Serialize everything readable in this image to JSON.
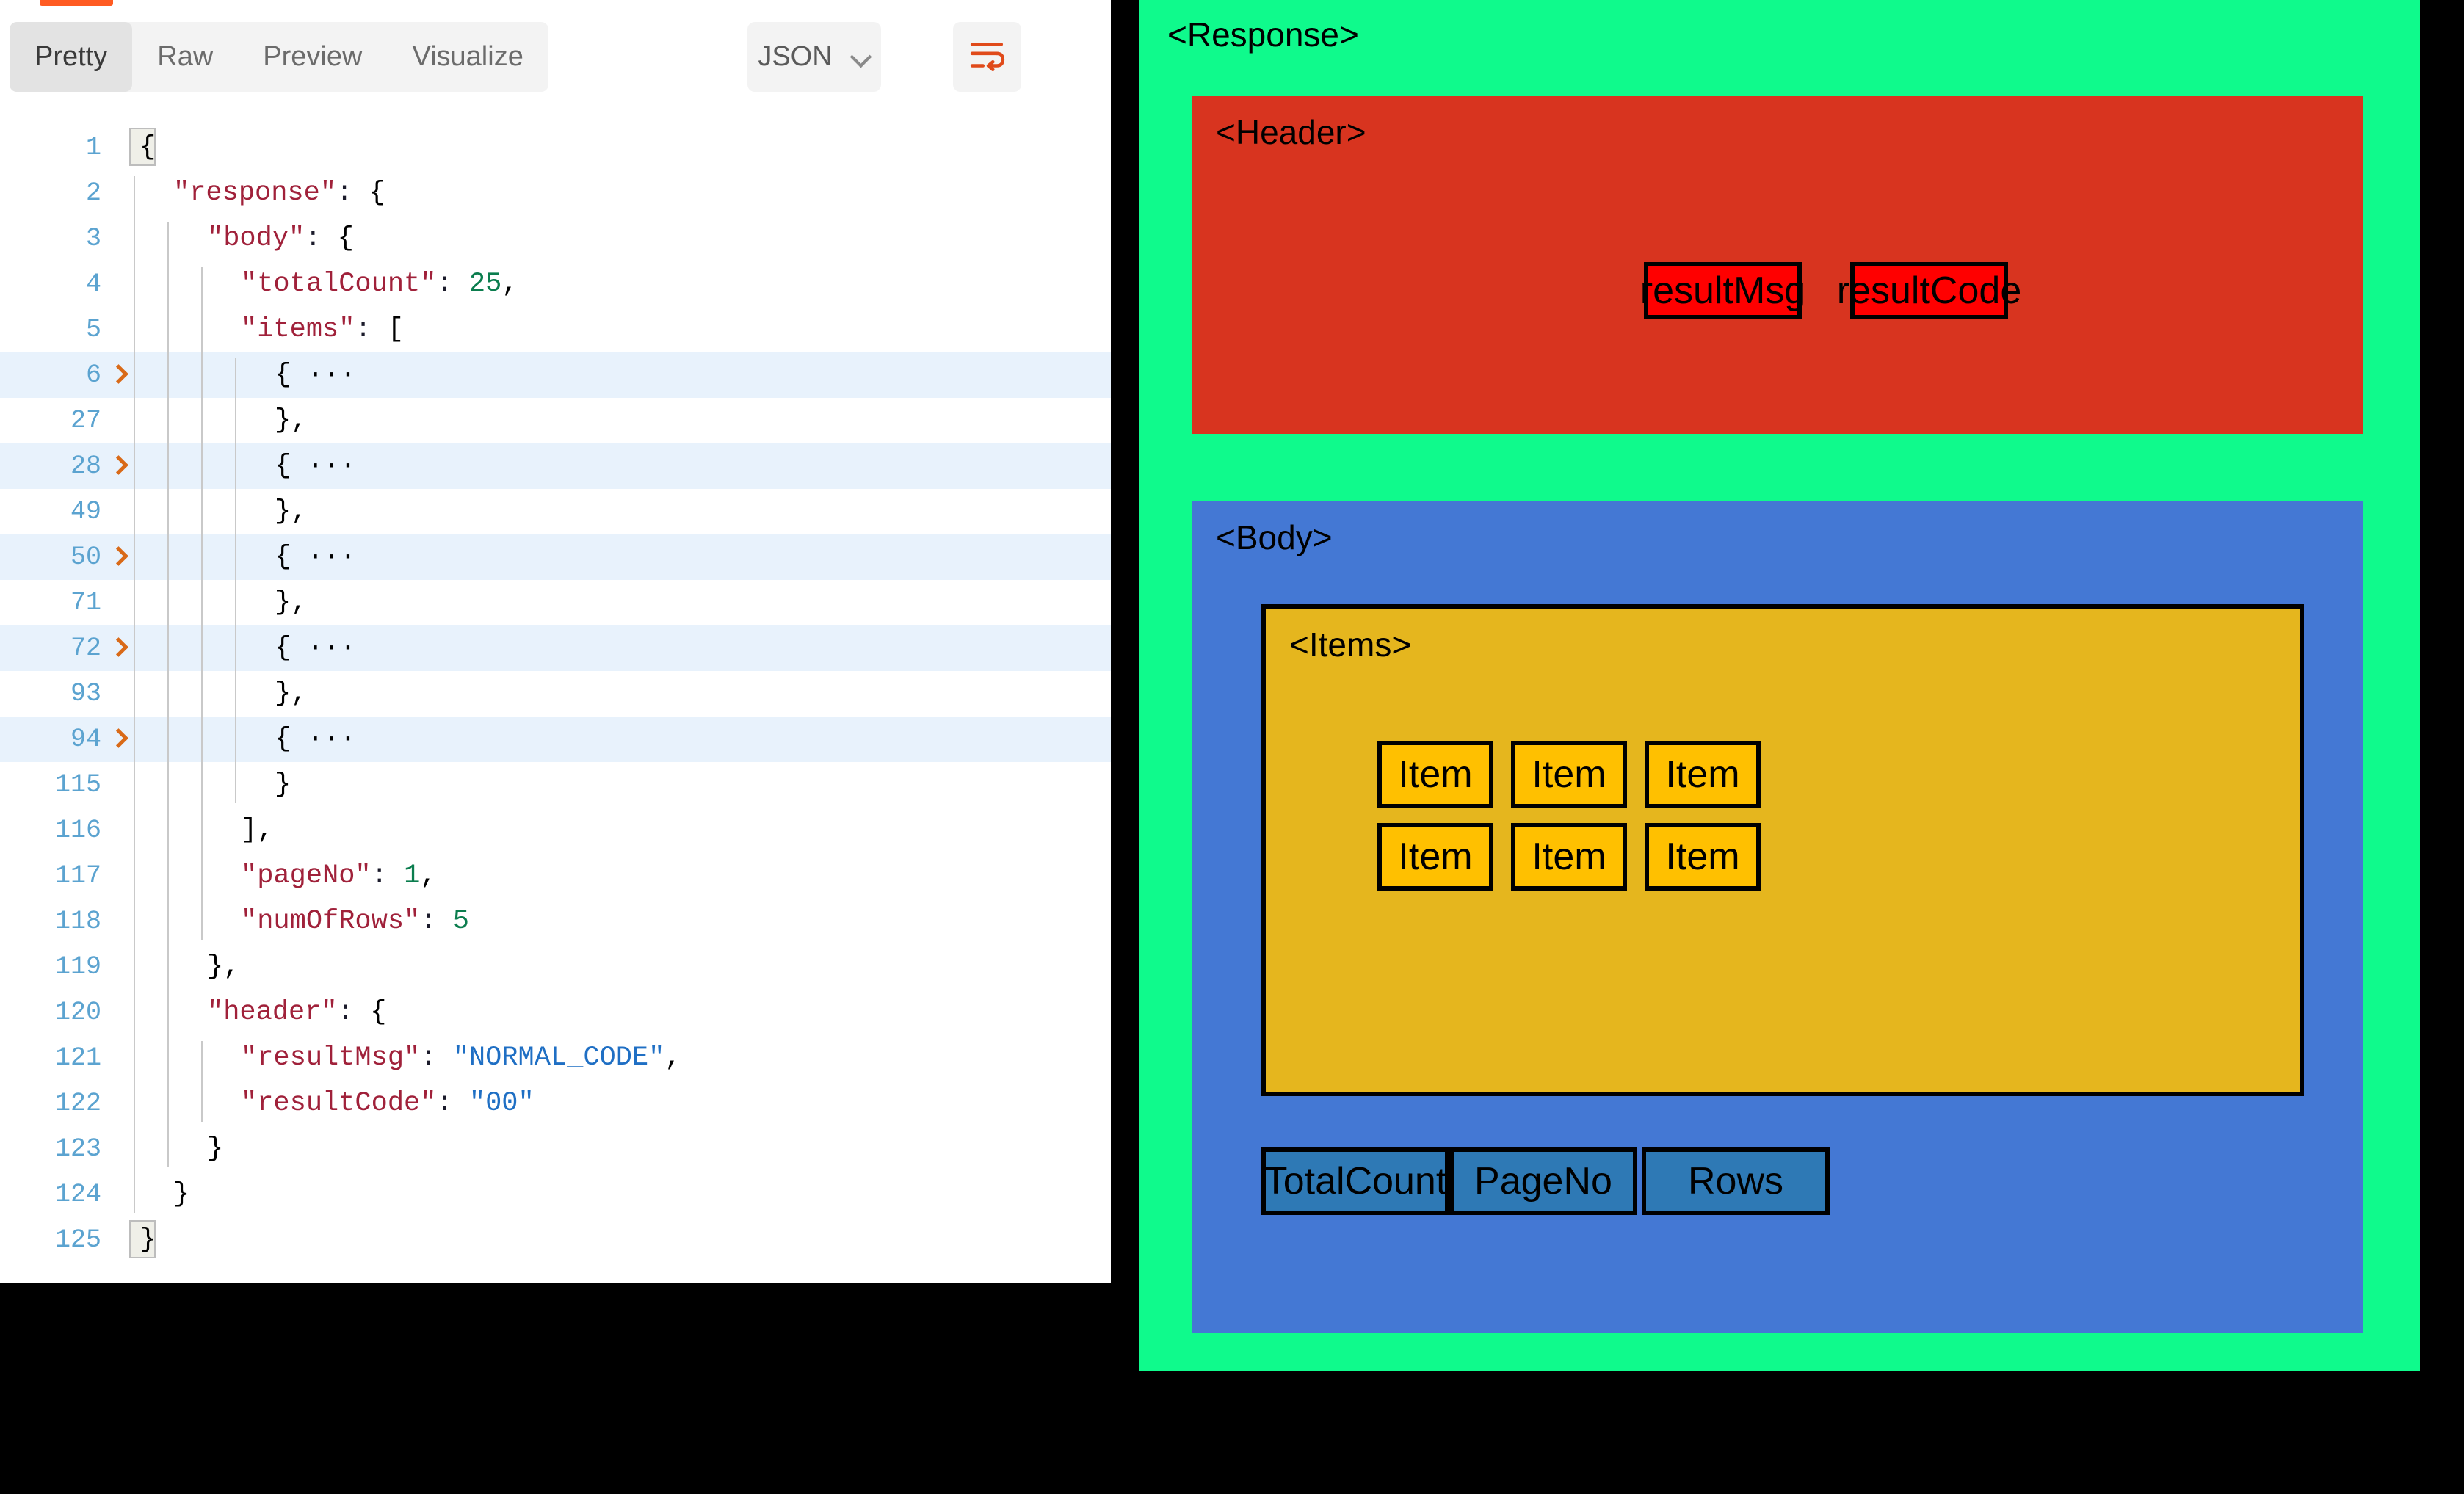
{
  "viewer": {
    "tabs": [
      {
        "label": "Pretty",
        "active": true
      },
      {
        "label": "Raw",
        "active": false
      },
      {
        "label": "Preview",
        "active": false
      },
      {
        "label": "Visualize",
        "active": false
      }
    ],
    "format_select": {
      "value": "JSON"
    },
    "wrap_button": {
      "name": "word-wrap-icon"
    },
    "accent_color": "#FF5B22",
    "code_lines": [
      {
        "num": "1",
        "indent": 0,
        "text": "{",
        "collapsible": false,
        "highlight": false
      },
      {
        "num": "2",
        "indent": 1,
        "text": "\"response\": {",
        "collapsible": false,
        "highlight": false
      },
      {
        "num": "3",
        "indent": 2,
        "text": "\"body\": {",
        "collapsible": false,
        "highlight": false
      },
      {
        "num": "4",
        "indent": 3,
        "text": "\"totalCount\": 25,",
        "collapsible": false,
        "highlight": false
      },
      {
        "num": "5",
        "indent": 3,
        "text": "\"items\": [",
        "collapsible": false,
        "highlight": false
      },
      {
        "num": "6",
        "indent": 4,
        "text": "{ ···",
        "collapsible": true,
        "highlight": true
      },
      {
        "num": "27",
        "indent": 4,
        "text": "},",
        "collapsible": false,
        "highlight": false
      },
      {
        "num": "28",
        "indent": 4,
        "text": "{ ···",
        "collapsible": true,
        "highlight": true
      },
      {
        "num": "49",
        "indent": 4,
        "text": "},",
        "collapsible": false,
        "highlight": false
      },
      {
        "num": "50",
        "indent": 4,
        "text": "{ ···",
        "collapsible": true,
        "highlight": true
      },
      {
        "num": "71",
        "indent": 4,
        "text": "},",
        "collapsible": false,
        "highlight": false
      },
      {
        "num": "72",
        "indent": 4,
        "text": "{ ···",
        "collapsible": true,
        "highlight": true
      },
      {
        "num": "93",
        "indent": 4,
        "text": "},",
        "collapsible": false,
        "highlight": false
      },
      {
        "num": "94",
        "indent": 4,
        "text": "{ ···",
        "collapsible": true,
        "highlight": true
      },
      {
        "num": "115",
        "indent": 4,
        "text": "}",
        "collapsible": false,
        "highlight": false
      },
      {
        "num": "116",
        "indent": 3,
        "text": "],",
        "collapsible": false,
        "highlight": false
      },
      {
        "num": "117",
        "indent": 3,
        "text": "\"pageNo\": 1,",
        "collapsible": false,
        "highlight": false
      },
      {
        "num": "118",
        "indent": 3,
        "text": "\"numOfRows\": 5",
        "collapsible": false,
        "highlight": false
      },
      {
        "num": "119",
        "indent": 2,
        "text": "},",
        "collapsible": false,
        "highlight": false
      },
      {
        "num": "120",
        "indent": 2,
        "text": "\"header\": {",
        "collapsible": false,
        "highlight": false
      },
      {
        "num": "121",
        "indent": 3,
        "text": "\"resultMsg\": \"NORMAL_CODE\",",
        "collapsible": false,
        "highlight": false
      },
      {
        "num": "122",
        "indent": 3,
        "text": "\"resultCode\": \"00\"",
        "collapsible": false,
        "highlight": false
      },
      {
        "num": "123",
        "indent": 2,
        "text": "}",
        "collapsible": false,
        "highlight": false
      },
      {
        "num": "124",
        "indent": 1,
        "text": "}",
        "collapsible": false,
        "highlight": false
      },
      {
        "num": "125",
        "indent": 0,
        "text": "}",
        "collapsible": false,
        "highlight": false
      }
    ],
    "json_values": {
      "totalCount": "25",
      "pageNo": "1",
      "numOfRows": "5",
      "resultMsg": "NORMAL_CODE",
      "resultCode": "00"
    }
  },
  "diagram": {
    "response_label": "<Response>",
    "response_color": "#0FFA8C",
    "header": {
      "label": "<Header>",
      "color": "#D8341F",
      "boxes": [
        {
          "label": "resultMsg",
          "color": "#FF0000"
        },
        {
          "label": "resultCode",
          "color": "#FF0000"
        }
      ]
    },
    "body": {
      "label": "<Body>",
      "color": "#4478D4",
      "items": {
        "label": "<Items>",
        "color": "#E5B61E",
        "boxes": [
          {
            "label": "Item",
            "color": "#FFC000"
          },
          {
            "label": "Item",
            "color": "#FFC000"
          },
          {
            "label": "Item",
            "color": "#FFC000"
          },
          {
            "label": "Item",
            "color": "#FFC000"
          },
          {
            "label": "Item",
            "color": "#FFC000"
          },
          {
            "label": "Item",
            "color": "#FFC000"
          }
        ]
      },
      "meta_boxes": [
        {
          "label": "TotalCount",
          "color": "#2E79B5"
        },
        {
          "label": "PageNo",
          "color": "#2E79B5"
        },
        {
          "label": "Rows",
          "color": "#2E79B5"
        }
      ]
    }
  }
}
